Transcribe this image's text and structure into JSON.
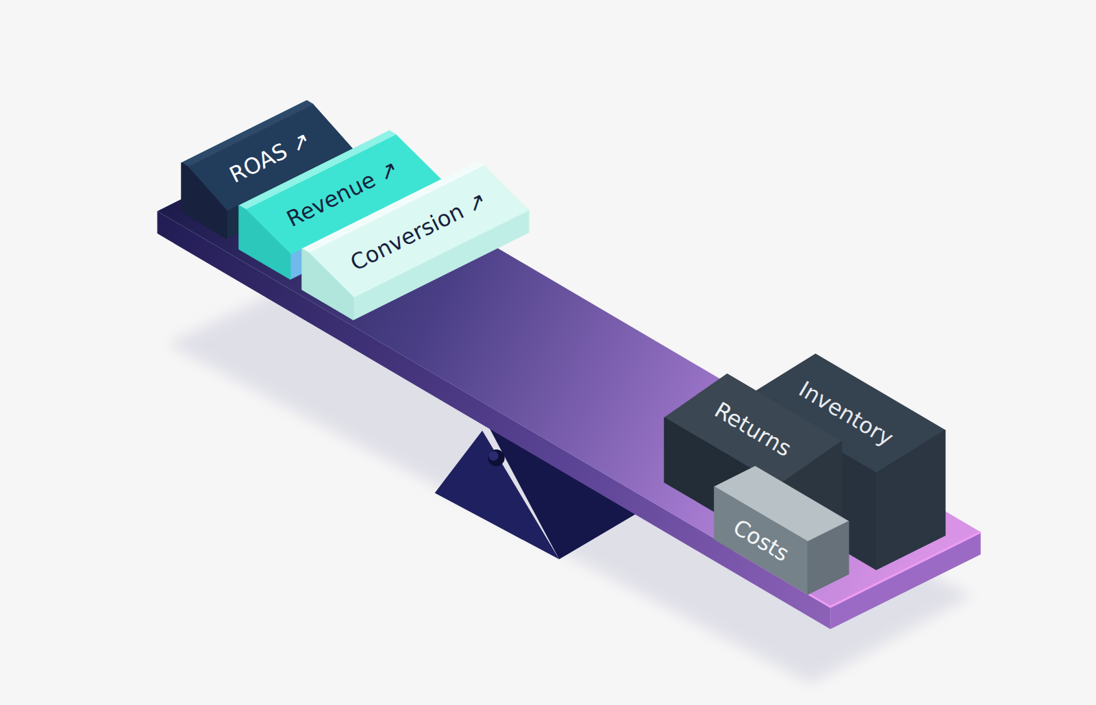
{
  "diagram": {
    "nodes": [
      {
        "text": [
          "ROAS ↗"
        ]
      },
      {
        "text": [
          "Revenue ↗"
        ]
      },
      {
        "text": [
          "Conversion ↗"
        ]
      },
      {
        "text": [
          "Inventory"
        ]
      },
      {
        "text": [
          "Returns"
        ]
      },
      {
        "text": [
          "Costs"
        ]
      }
    ]
  }
}
